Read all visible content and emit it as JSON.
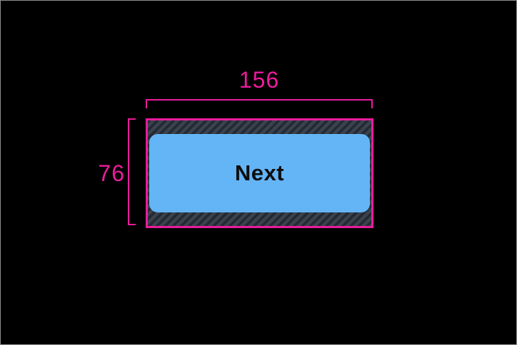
{
  "figure": {
    "description": "Touch target size annotation around a button",
    "background_color": "#000000",
    "frame_border_color": "#8f8f8f"
  },
  "dimensions": {
    "annotation_color": "#ea1c9c",
    "width": {
      "label": "156"
    },
    "height": {
      "label": "76"
    }
  },
  "touch_target": {
    "outline_color": "#ea1c9c",
    "hatch_background_color": "#3a424d",
    "hatch_stripe_color": "#232932"
  },
  "button": {
    "label": "Next",
    "background_color": "#64b5f6",
    "text_color": "#0e0e0e"
  }
}
